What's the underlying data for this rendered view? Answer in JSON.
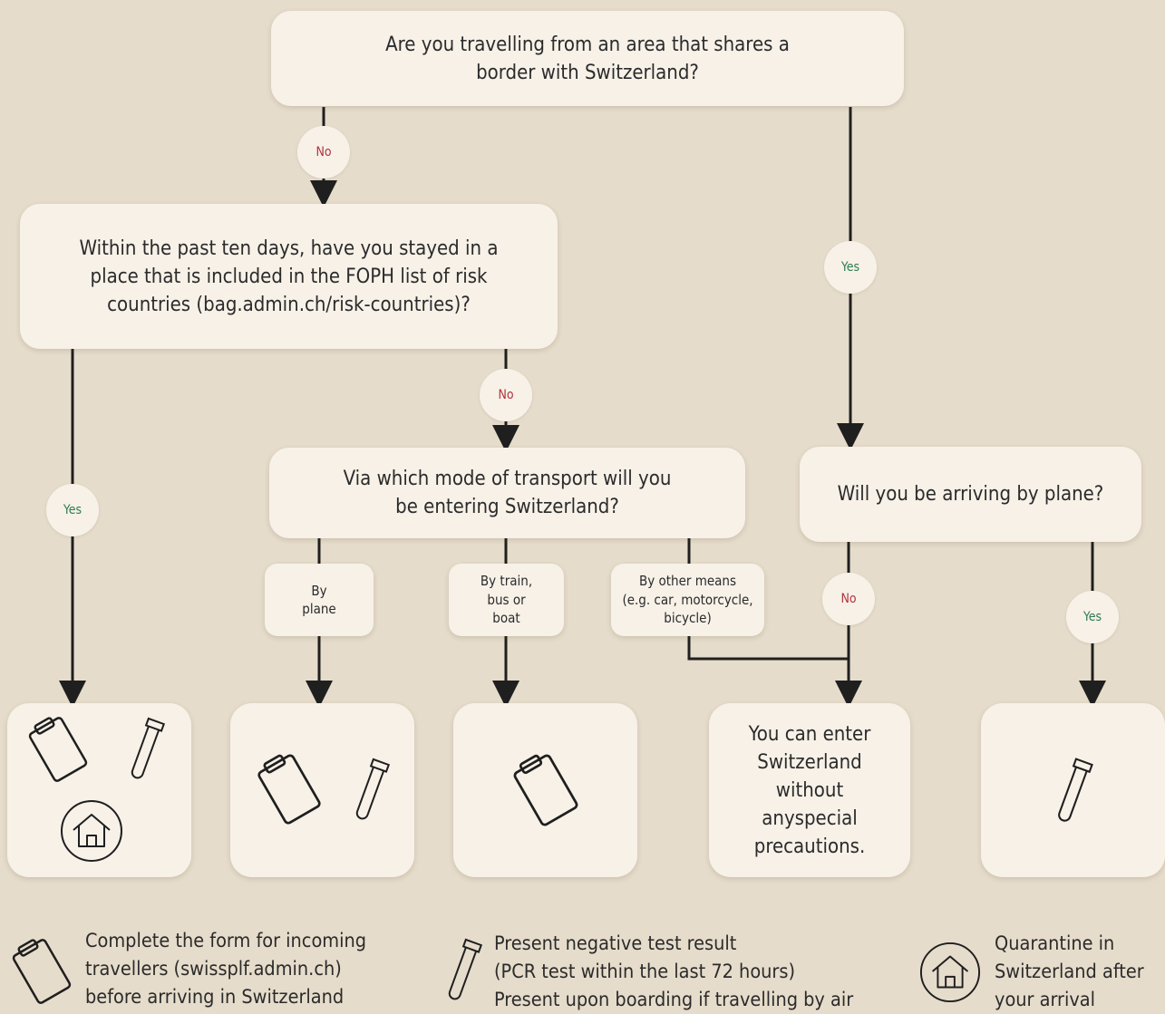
{
  "questions": {
    "border": "Are you travelling from an area that shares a\nborder with Switzerland?",
    "risk": "Within the past ten days, have you stayed in a\nplace that is included in the FOPH list of risk\ncountries (bag.admin.ch/risk-countries)?",
    "transport": "Via which mode of transport will you\nbe entering Switzerland?",
    "plane": "Will you be arriving by plane?"
  },
  "labels": {
    "yes": "Yes",
    "no": "No"
  },
  "options": {
    "by_plane": "By\nplane",
    "by_train": "By train,\nbus or\nboat",
    "by_other": "By other means\n(e.g. car, motorcycle,\nbicycle)"
  },
  "results": {
    "no_precautions": "You can enter\nSwitzerland\nwithout\nanyspecial\nprecautions."
  },
  "legend": {
    "form": "Complete the form for incoming\ntravellers (swissplf.admin.ch)\nbefore arriving in Switzerland",
    "test": "Present negative test result\n(PCR test within the last 72 hours)\nPresent upon boarding if travelling by air",
    "quarantine": "Quarantine in\nSwitzerland after\nyour arrival"
  },
  "colors": {
    "background": "#e6dccb",
    "box": "#f7f1e8",
    "line": "#1f1f1f",
    "yes": "#2e7d4f",
    "no": "#b2333e"
  },
  "icons": [
    "clipboard-icon",
    "test-tube-icon",
    "house-icon",
    "arrow-down-icon"
  ]
}
